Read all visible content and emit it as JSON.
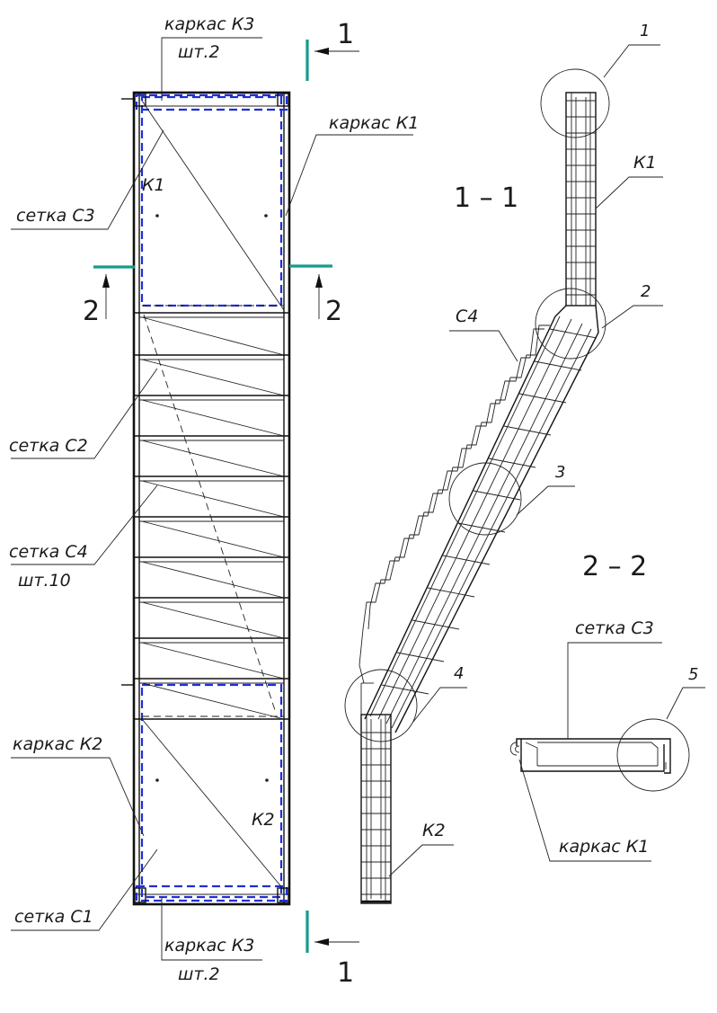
{
  "plan": {
    "label_top_frame": "каркас К3",
    "label_top_qty": "шт.2",
    "label_frame_k1": "каркас К1",
    "label_k1": "К1",
    "label_mesh_c3": "сетка С3",
    "label_mesh_c2": "сетка С2",
    "label_mesh_c4": "сетка С4",
    "label_mesh_c4_qty": "шт.10",
    "label_frame_k2": "каркас К2",
    "label_k2": "К2",
    "label_mesh_c1": "сетка С1",
    "label_bottom_frame": "каркас К3",
    "label_bottom_qty": "шт.2",
    "cut1_top": "1",
    "cut1_bottom": "1",
    "cut2_left": "2",
    "cut2_right": "2"
  },
  "section_1": {
    "title": "1 – 1",
    "node_1": "1",
    "node_2": "2",
    "node_3": "3",
    "node_4": "4",
    "label_k1": "К1",
    "label_c4": "С4",
    "label_k2": "К2"
  },
  "section_2": {
    "title": "2 – 2",
    "label_mesh_c3": "сетка С3",
    "node_5": "5",
    "label_frame_k1": "каркас К1"
  },
  "colors": {
    "frame_dashed": "#1f2fd6",
    "cut_marks": "#159b8e",
    "lines": "#111111"
  }
}
